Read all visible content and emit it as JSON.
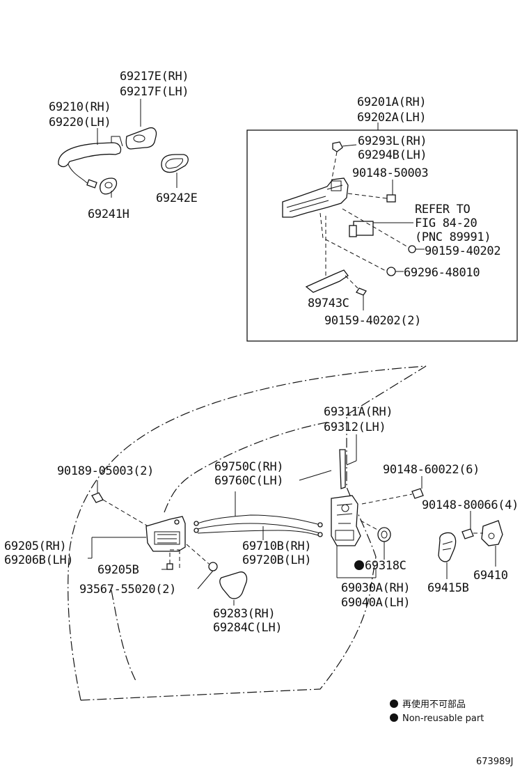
{
  "labels": {
    "p69217": [
      "69217E(RH)",
      "69217F(LH)"
    ],
    "p69210": [
      "69210(RH)",
      "69220(LH)"
    ],
    "p69241h": "69241H",
    "p69242e": "69242E",
    "p69201": [
      "69201A(RH)",
      "69202A(LH)"
    ],
    "p69293": [
      "69293L(RH)",
      "69294B(LH)"
    ],
    "p90148_50003": "90148-50003",
    "refer": [
      "REFER TO",
      "FIG 84-20",
      "(PNC 89991)"
    ],
    "p90159_40202": "90159-40202",
    "p69296": "69296-48010",
    "p89743c": "89743C",
    "p90159_40202_2": "90159-40202(2)",
    "p69311": [
      "69311A(RH)",
      "69312(LH)"
    ],
    "p90189": "90189-05003(2)",
    "p69750": [
      "69750C(RH)",
      "69760C(LH)"
    ],
    "p90148_60022": "90148-60022(6)",
    "p90148_80066": "90148-80066(4)",
    "p69205": [
      "69205(RH)",
      "69206B(LH)"
    ],
    "p69710": [
      "69710B(RH)",
      "69720B(LH)"
    ],
    "p69205b": "69205B",
    "p69318c": "69318C",
    "p69410": "69410",
    "p93567": "93567-55020(2)",
    "p69030": [
      "69030A(RH)",
      "69040A(LH)"
    ],
    "p69415b": "69415B",
    "p69283": [
      "69283(RH)",
      "69284C(LH)"
    ]
  },
  "legend": {
    "line1": "再使用不可部品",
    "line2": "Non-reusable part"
  },
  "figure_id": "673989J"
}
